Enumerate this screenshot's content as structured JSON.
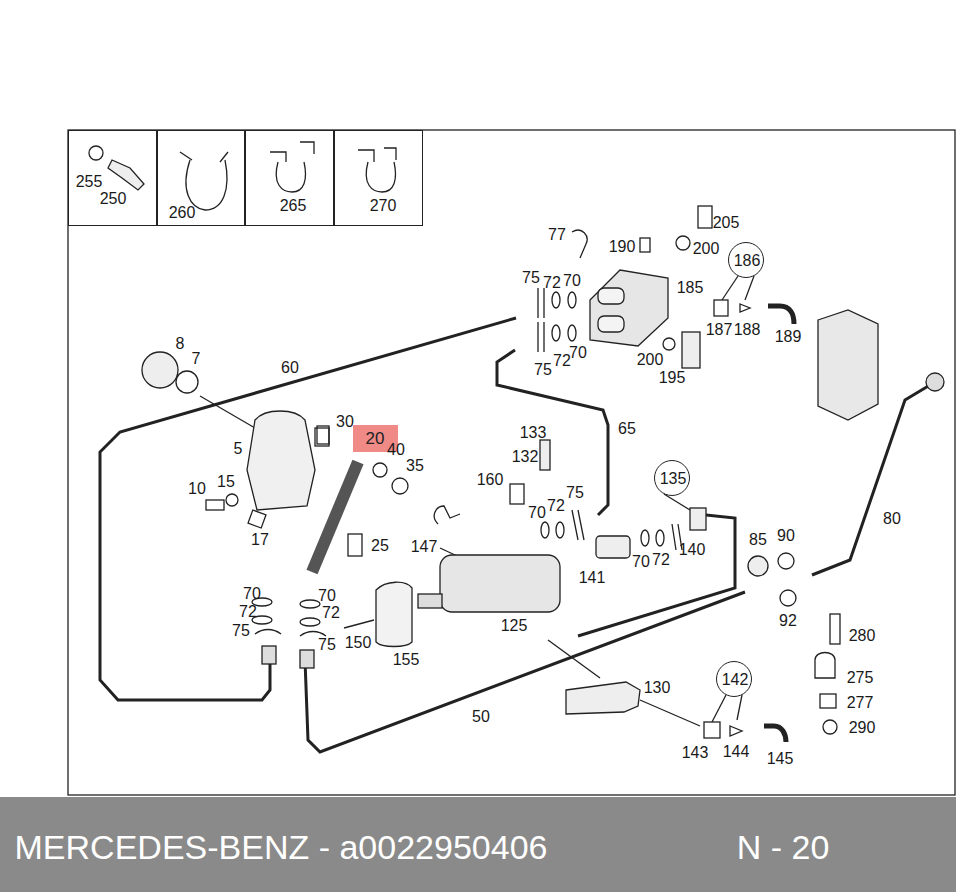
{
  "diagram": {
    "nodes": [
      {
        "text": [
          "255",
          "250"
        ]
      },
      {
        "text": [
          "260"
        ]
      },
      {
        "text": [
          "265"
        ]
      },
      {
        "text": [
          "270"
        ]
      },
      {
        "text": [
          "186"
        ]
      },
      {
        "text": [
          "20"
        ]
      },
      {
        "text": [
          "135"
        ]
      },
      {
        "text": [
          "142"
        ]
      },
      {
        "text": [
          "MERCEDES-BENZ - a0022950406",
          "N - 20"
        ]
      }
    ],
    "labels": [
      "77",
      "190",
      "205",
      "200",
      "75",
      "72",
      "70",
      "185",
      "187",
      "188",
      "189",
      "75",
      "72",
      "70",
      "200",
      "195",
      "8",
      "7",
      "60",
      "30",
      "40",
      "35",
      "5",
      "10",
      "15",
      "17",
      "25",
      "133",
      "132",
      "65",
      "160",
      "75",
      "70",
      "72",
      "147",
      "141",
      "70",
      "72",
      "140",
      "85",
      "90",
      "80",
      "92",
      "70",
      "70",
      "72",
      "72",
      "75",
      "75",
      "150",
      "155",
      "125",
      "50",
      "130",
      "143",
      "144",
      "145",
      "280",
      "275",
      "277",
      "290"
    ]
  }
}
